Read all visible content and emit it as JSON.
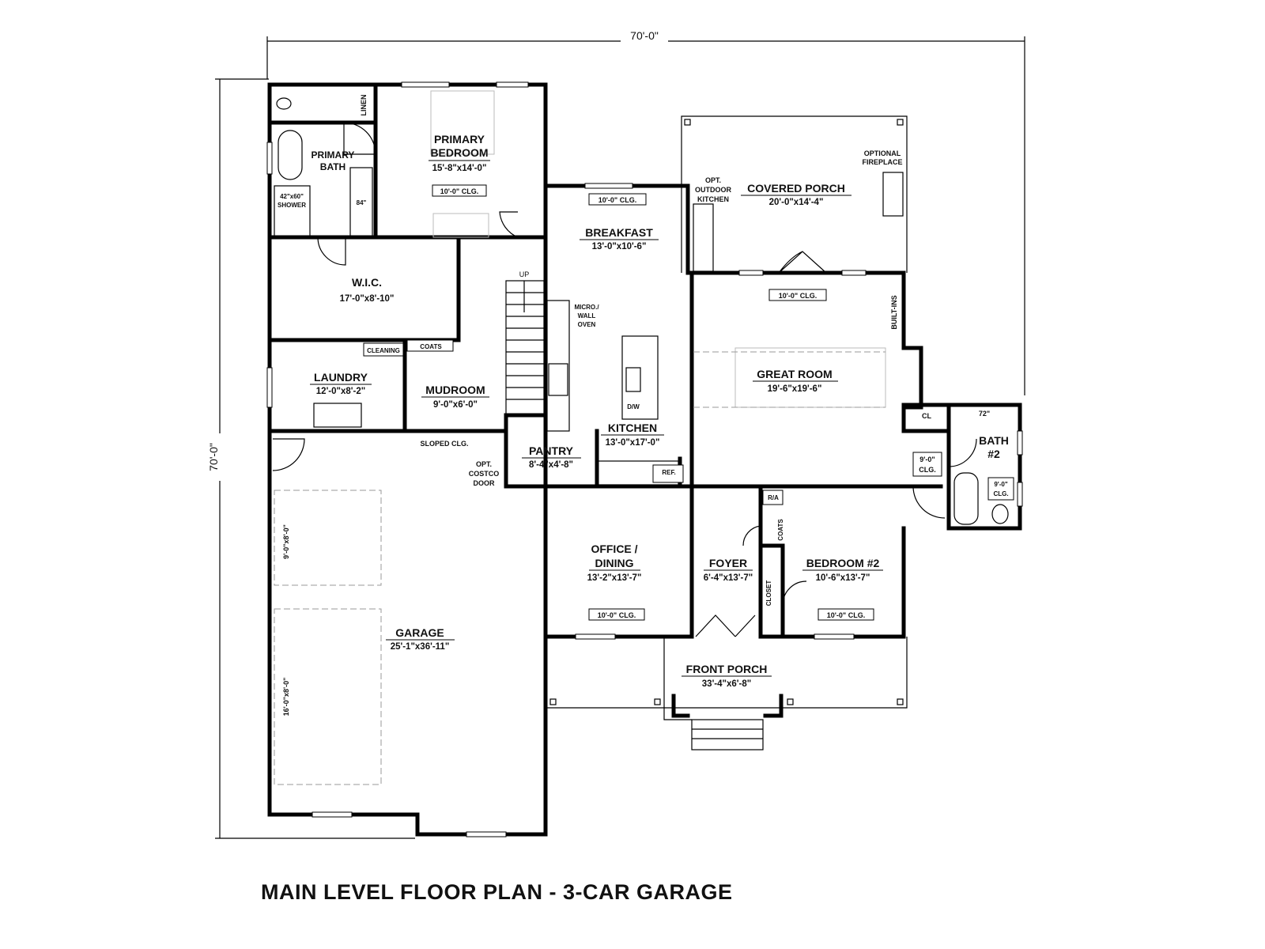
{
  "title": "MAIN LEVEL FLOOR PLAN - 3-CAR GARAGE",
  "overall": {
    "width": "70'-0\"",
    "depth": "70'-0\""
  },
  "rooms": {
    "primary_bath": {
      "l1": "PRIMARY",
      "l2": "BATH",
      "linen": "LINEN",
      "shower1": "42\"x60\"",
      "shower2": "SHOWER",
      "vanity": "84\""
    },
    "primary_bedroom": {
      "l1": "PRIMARY",
      "l2": "BEDROOM",
      "dims": "15'-8\"x14'-0\"",
      "clg": "10'-0\" CLG."
    },
    "wic": {
      "name": "W.I.C.",
      "dims": "17'-0\"x8'-10\""
    },
    "cleaning": "CLEANING",
    "coats": "COATS",
    "laundry": {
      "name": "LAUNDRY",
      "dims": "12'-0\"x8'-2\""
    },
    "mudroom": {
      "name": "MUDROOM",
      "dims": "9'-0\"x6'-0\""
    },
    "stairs": "UP",
    "sloped": "SLOPED CLG.",
    "costco": {
      "l1": "OPT.",
      "l2": "COSTCO",
      "l3": "DOOR"
    },
    "pantry": {
      "name": "PANTRY",
      "dims": "8'-4\"x4'-8\""
    },
    "breakfast": {
      "name": "BREAKFAST",
      "dims": "13'-0\"x10'-6\"",
      "clg": "10'-0\" CLG."
    },
    "micro": {
      "l1": "MICRO./",
      "l2": "WALL",
      "l3": "OVEN"
    },
    "kitchen": {
      "name": "KITCHEN",
      "dims": "13'-0\"x17'-0\"",
      "dw": "D/W",
      "ref": "REF."
    },
    "outdoor_kitchen": {
      "l1": "OPT.",
      "l2": "OUTDOOR",
      "l3": "KITCHEN"
    },
    "covered_porch": {
      "name": "COVERED PORCH",
      "dims": "20'-0\"x14'-4\""
    },
    "fireplace": {
      "l1": "OPTIONAL",
      "l2": "FIREPLACE"
    },
    "great_room": {
      "name": "GREAT ROOM",
      "dims": "19'-6\"x19'-6\"",
      "clg": "10'-0\" CLG.",
      "builtins": "BUILT-INS"
    },
    "hall_closet": {
      "cl": "CL",
      "clg1": "9'-0\"",
      "clg2": "CLG."
    },
    "bath2": {
      "l1": "BATH",
      "l2": "#2",
      "vanity": "72\"",
      "clg1": "9'-0\"",
      "clg2": "CLG."
    },
    "ra": "R/A",
    "foyer_coats": "COATS",
    "office": {
      "l1": "OFFICE /",
      "l2": "DINING",
      "dims": "13'-2\"x13'-7\"",
      "clg": "10'-0\" CLG."
    },
    "foyer": {
      "name": "FOYER",
      "dims": "6'-4\"x13'-7\""
    },
    "closet": "CLOSET",
    "bedroom2": {
      "name": "BEDROOM #2",
      "dims": "10'-6\"x13'-7\"",
      "clg": "10'-0\" CLG."
    },
    "garage": {
      "name": "GARAGE",
      "dims": "25'-1\"x36'-11\"",
      "bay1": "9'-0\"x8'-0\"",
      "bay2": "16'-0\"x8'-0\""
    },
    "front_porch": {
      "name": "FRONT PORCH",
      "dims": "33'-4\"x6'-8\""
    }
  }
}
